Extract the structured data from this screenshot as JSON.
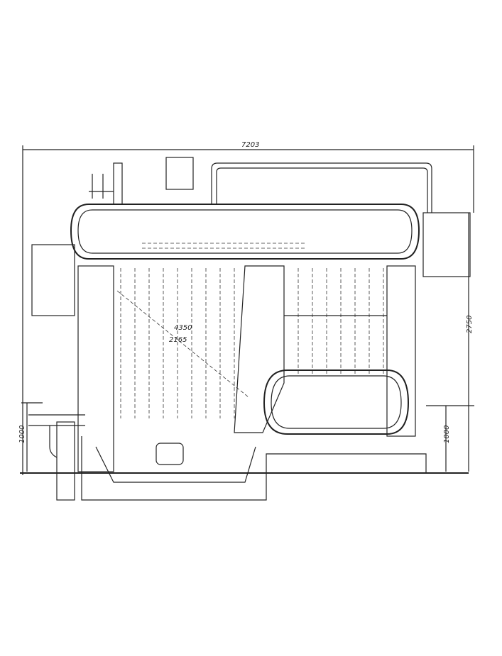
{
  "drawing": {
    "dimensions": {
      "overall_width": "7203",
      "overall_height": "2750",
      "left_height": "1000",
      "right_height": "1000",
      "inner_1": "4350",
      "inner_2": "2165"
    },
    "colors": {
      "line": "#222222",
      "background": "#ffffff"
    }
  }
}
